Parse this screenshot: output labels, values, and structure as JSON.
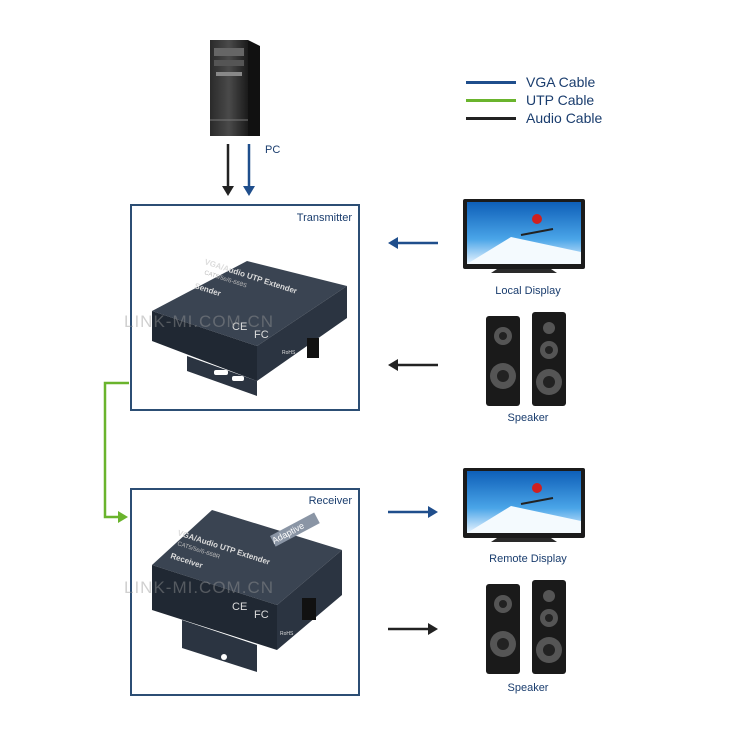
{
  "legend": [
    {
      "label": "VGA Cable",
      "color": "#1f4e8c"
    },
    {
      "label": "UTP Cable",
      "color": "#6ab42d"
    },
    {
      "label": "Audio Cable",
      "color": "#222222"
    }
  ],
  "pc": {
    "label": "PC"
  },
  "transmitter": {
    "title": "Transmitter",
    "device_line1": "VGA/Audio UTP Extender",
    "device_line2": "CAT5/5e/6-668S",
    "device_role": "Sender"
  },
  "receiver": {
    "title": "Receiver",
    "device_line1": "VGA/Audio UTP Extender",
    "device_line2": "CAT5/5e/6-668R",
    "device_role": "Receiver",
    "badge": "Adaptive"
  },
  "local_display": {
    "label": "Local Display"
  },
  "remote_display": {
    "label": "Remote Display"
  },
  "speaker_top": {
    "label": "Speaker"
  },
  "speaker_bottom": {
    "label": "Speaker"
  },
  "watermark": "LINK-MI.COM.CN",
  "cert": {
    "ce": "CE",
    "fc": "FC",
    "rohs": "RoHS"
  }
}
